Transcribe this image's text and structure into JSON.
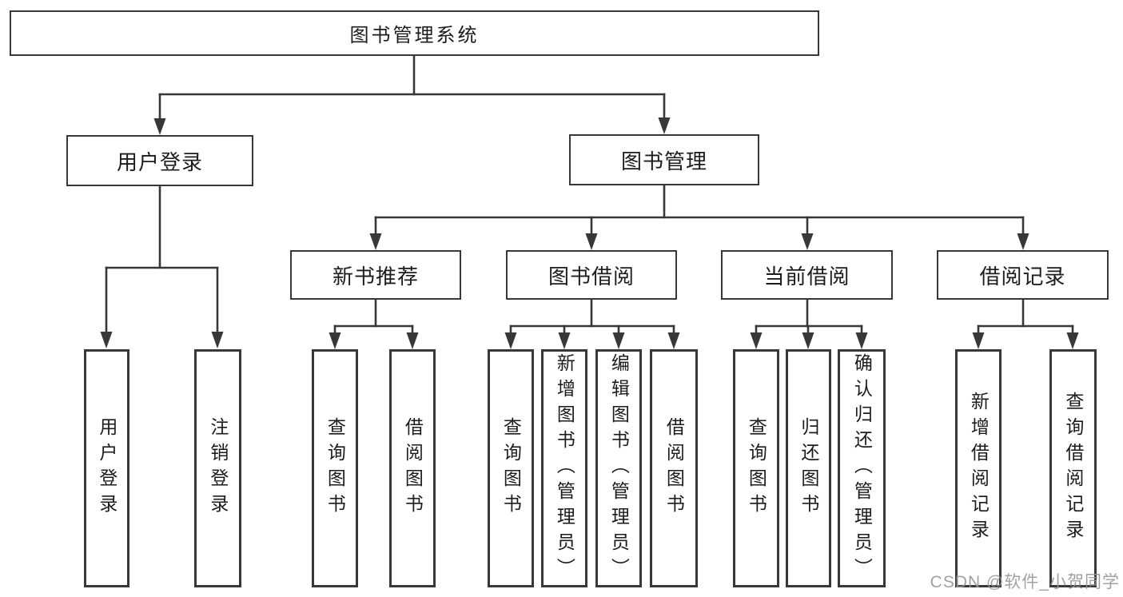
{
  "diagram": {
    "title_node": {
      "label": "图书管理系统"
    },
    "level2": [
      {
        "id": "user-login",
        "label": "用户登录"
      },
      {
        "id": "book-management",
        "label": "图书管理"
      }
    ],
    "level3": [
      {
        "id": "new-book-recommend",
        "label": "新书推荐"
      },
      {
        "id": "book-borrow",
        "label": "图书借阅"
      },
      {
        "id": "current-borrow",
        "label": "当前借阅"
      },
      {
        "id": "borrow-record",
        "label": "借阅记录"
      }
    ],
    "leaves": [
      {
        "parent": "用户登录",
        "label": "用户登录"
      },
      {
        "parent": "用户登录",
        "label": "注销登录"
      },
      {
        "parent": "新书推荐",
        "label": "查询图书"
      },
      {
        "parent": "新书推荐",
        "label": "借阅图书"
      },
      {
        "parent": "图书借阅",
        "label": "查询图书"
      },
      {
        "parent": "图书借阅",
        "label": "新增图书（管理员）"
      },
      {
        "parent": "图书借阅",
        "label": "编辑图书（管理员）"
      },
      {
        "parent": "图书借阅",
        "label": "借阅图书"
      },
      {
        "parent": "当前借阅",
        "label": "查询图书"
      },
      {
        "parent": "当前借阅",
        "label": "归还图书"
      },
      {
        "parent": "当前借阅",
        "label": "确认归还（管理员）"
      },
      {
        "parent": "借阅记录",
        "label": "新增借阅记录"
      },
      {
        "parent": "借阅记录",
        "label": "查询借阅记录"
      }
    ],
    "watermark": "CSDN @软件_小贺同学",
    "colors": {
      "line": "#383838",
      "text": "#1c1c1c",
      "watermark": "#949494",
      "background": "#ffffff"
    }
  }
}
